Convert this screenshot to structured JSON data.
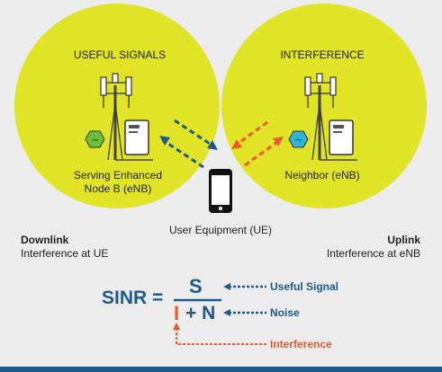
{
  "circles": {
    "left_title": "USEFUL SIGNALS",
    "right_title": "INTERFERENCE",
    "left_label_line1": "Serving Enhanced",
    "left_label_line2": "Node B (eNB)",
    "right_label": "Neighbor (eNB)"
  },
  "ue_label": "User Equipment (UE)",
  "downlink": {
    "title": "Downlink",
    "desc": "Interference at UE"
  },
  "uplink": {
    "title": "Uplink",
    "desc": "Interference at eNB"
  },
  "formula": {
    "lhs": "SINR =",
    "numerator": "S",
    "denom_i": "I",
    "denom_rest": "+ N",
    "useful_signal": "Useful Signal",
    "noise": "Noise",
    "interference": "Interference"
  },
  "colors": {
    "circle": "#e0e326",
    "blue": "#1d5a8a",
    "orange": "#ec5a2c",
    "green_hex": "#6cbf3c",
    "cyan_hex": "#2fb3d6",
    "background": "#ececec"
  }
}
